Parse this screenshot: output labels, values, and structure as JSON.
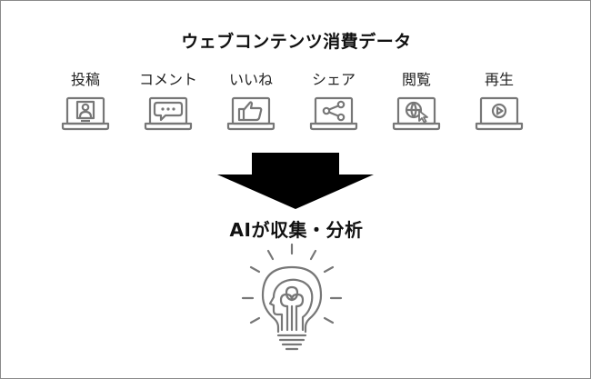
{
  "title": "ウェブコンテンツ消費データ",
  "items": [
    {
      "label": "投稿",
      "icon": "profile-upload-icon"
    },
    {
      "label": "コメント",
      "icon": "comment-bubble-icon"
    },
    {
      "label": "いいね",
      "icon": "thumbs-up-icon"
    },
    {
      "label": "シェア",
      "icon": "share-nodes-icon"
    },
    {
      "label": "閲覧",
      "icon": "globe-cursor-icon"
    },
    {
      "label": "再生",
      "icon": "play-button-icon"
    }
  ],
  "subtitle": "AIが収集・分析",
  "colors": {
    "icon_stroke": "#777777",
    "arrow": "#000000",
    "text": "#111111"
  }
}
